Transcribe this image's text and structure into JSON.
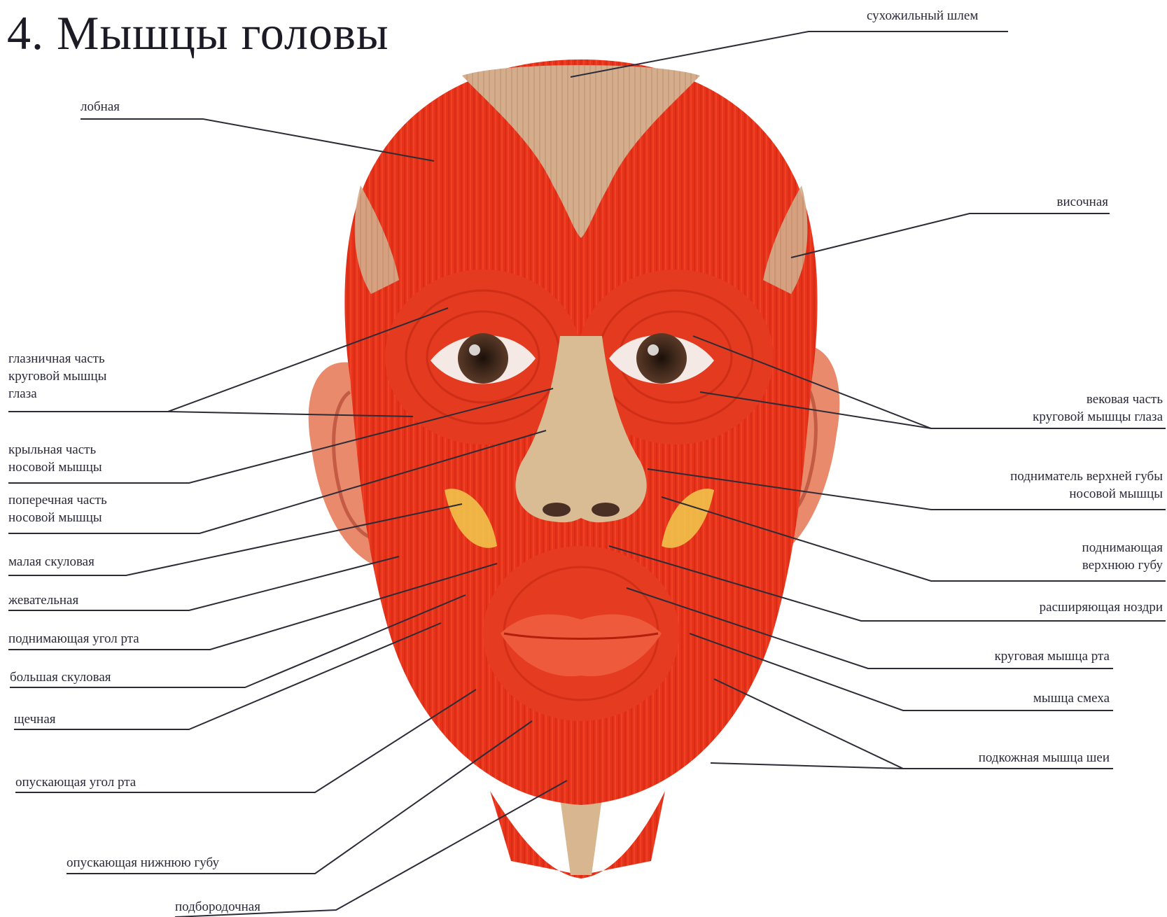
{
  "title": "4. Мышцы головы",
  "colors": {
    "muscle": "#e8331b",
    "tendon": "#cfa582",
    "leader": "#2c2c38",
    "skin": "#e9876e"
  },
  "labels": {
    "helmet": "сухожильный шлем",
    "frontal": "лобная",
    "temporal": "височная",
    "orbital_part_1": "глазничная часть",
    "orbital_part_2": "круговой мышцы",
    "orbital_part_3": "глаза",
    "alar_part_1": "крыльная часть",
    "alar_part_2": "носовой мышцы",
    "transverse_part_1": "поперечная часть",
    "transverse_part_2": "носовой мышцы",
    "zygomatic_minor": "малая скуловая",
    "masseter": "жевательная",
    "levator_anguli": "поднимающая угол рта",
    "zygomatic_major": "большая скуловая",
    "buccinator": "щечная",
    "depressor_anguli": "опускающая угол рта",
    "depressor_labii": "опускающая нижнюю губу",
    "mentalis": "подбородочная",
    "palpebral_part_1": "вековая часть",
    "palpebral_part_2": "круговой мышцы глаза",
    "levator_labii_alae_1": "подниматель верхней губы",
    "levator_labii_alae_2": "носовой мышцы",
    "levator_labii_1": "поднимающая",
    "levator_labii_2": "верхнюю губу",
    "dilator_naris": "расширяющая ноздри",
    "orbicularis_oris": "круговая мышца рта",
    "risorius": "мышца смеха",
    "platysma": "подкожная мышца шеи"
  }
}
